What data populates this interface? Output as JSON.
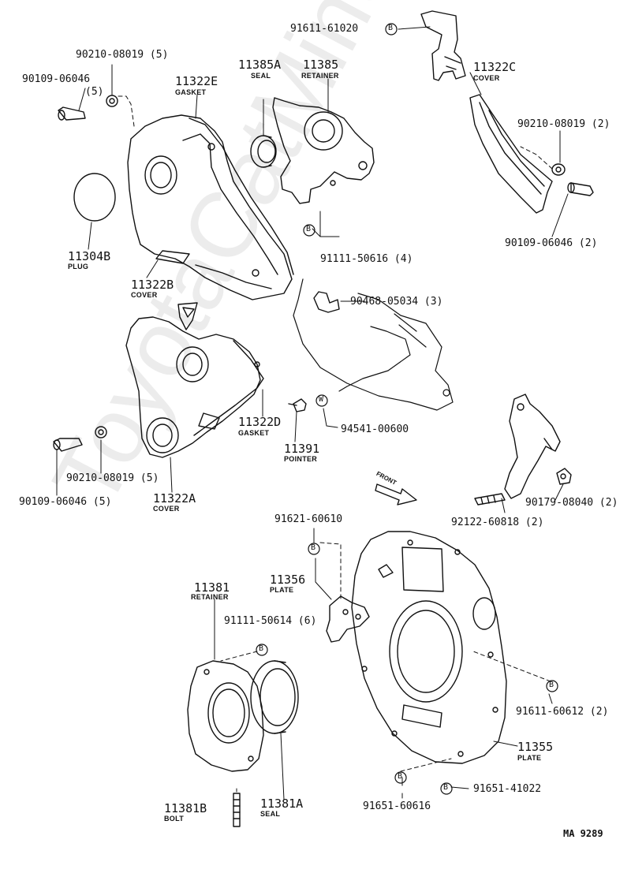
{
  "watermark": "ToyotaCatMiner",
  "figure_code": "MA 9289",
  "front_label": "FRONT",
  "callouts": {
    "b": "B",
    "w": "W"
  },
  "parts": {
    "p91611_61020": "91611-61020",
    "p90210_08019_5_top": "90210-08019 (5)",
    "p90109_06046_top": "90109-06046",
    "p90109_06046_top_qty": "(5)",
    "p11322E": "11322E",
    "p11322E_desc": "GASKET",
    "p11385A": "11385A",
    "p11385A_desc": "SEAL",
    "p11385": "11385",
    "p11385_desc": "RETAINER",
    "p11322C": "11322C",
    "p11322C_desc": "COVER",
    "p90210_08019_2": "90210-08019 (2)",
    "p90109_06046_2": "90109-06046 (2)",
    "p11304B": "11304B",
    "p11304B_desc": "PLUG",
    "p11322B": "11322B",
    "p11322B_desc": "COVER",
    "p91111_50616": "91111-50616 (4)",
    "p90468_05034": "90468-05034 (3)",
    "p11322D": "11322D",
    "p11322D_desc": "GASKET",
    "p94541_00600": "94541-00600",
    "p11391": "11391",
    "p11391_desc": "POINTER",
    "p90210_08019_5_mid": "90210-08019 (5)",
    "p90109_06046_5_mid": "90109-06046 (5)",
    "p11322A": "11322A",
    "p11322A_desc": "COVER",
    "p90179_08040": "90179-08040 (2)",
    "p92122_60818": "92122-60818 (2)",
    "p91621_60610": "91621-60610",
    "p11356": "11356",
    "p11356_desc": "PLATE",
    "p11381": "11381",
    "p11381_desc": "RETAINER",
    "p91111_50614": "91111-50614 (6)",
    "p91611_60612": "91611-60612 (2)",
    "p11355": "11355",
    "p11355_desc": "PLATE",
    "p91651_41022": "91651-41022",
    "p11381B": "11381B",
    "p11381B_desc": "BOLT",
    "p11381A": "11381A",
    "p11381A_desc": "SEAL",
    "p91651_60616": "91651-60616"
  }
}
